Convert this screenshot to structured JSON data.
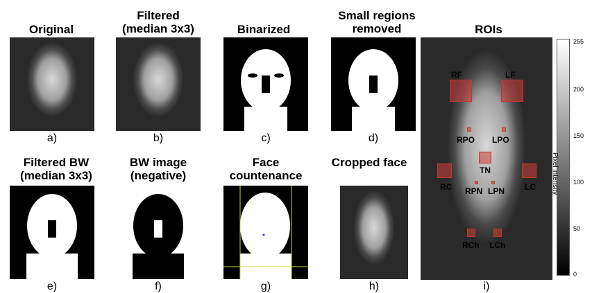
{
  "panels": [
    {
      "title": "Original",
      "caption": "a)"
    },
    {
      "title": "Filtered (median 3x3)",
      "caption": "b)"
    },
    {
      "title": "Binarized",
      "caption": "c)"
    },
    {
      "title": "Small regions removed",
      "caption": "d)"
    },
    {
      "title": "Filtered BW (median 3x3)",
      "caption": "e)"
    },
    {
      "title": "BW image (negative)",
      "caption": "f)"
    },
    {
      "title": "Face countenance",
      "caption": "g)"
    },
    {
      "title": "Cropped face",
      "caption": "h)"
    },
    {
      "title": "ROIs",
      "caption": "i)"
    }
  ],
  "colorbar": {
    "label": "Pixel intensity",
    "ticks": [
      "255",
      "200",
      "150",
      "100",
      "50",
      "0"
    ]
  },
  "rois": [
    "RF",
    "LF",
    "RPO",
    "LPO",
    "TN",
    "RC",
    "LC",
    "RPN",
    "LPN",
    "RCh",
    "LCh"
  ]
}
